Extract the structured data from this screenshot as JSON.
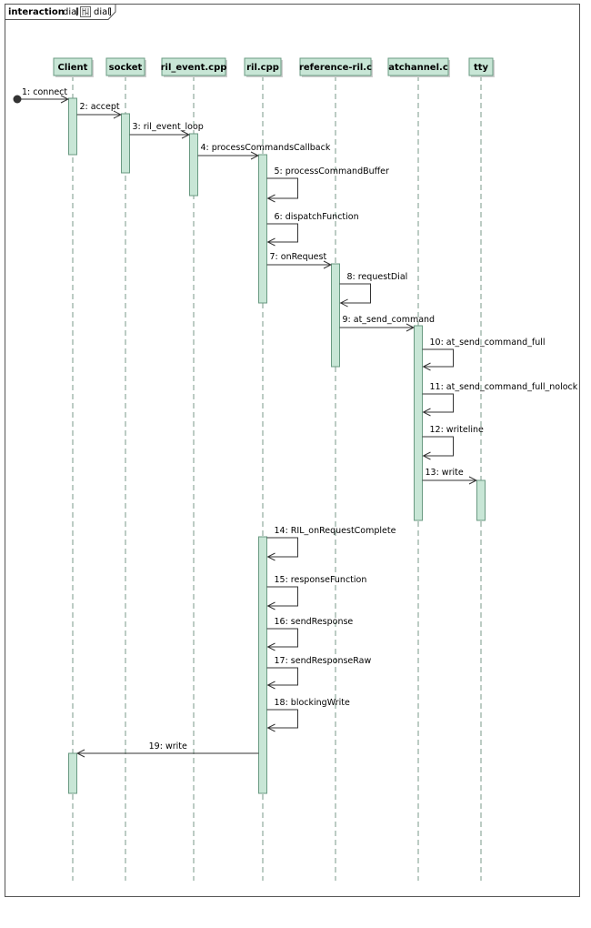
{
  "frame": {
    "keyword": "interaction",
    "name": "dial",
    "ref": "dial"
  },
  "colors": {
    "accent_fill": "#c8e6d6",
    "accent_stroke": "#6a9a82",
    "border": "#555555",
    "lifeline": "#7a9a88"
  },
  "participants": [
    {
      "id": "client",
      "label": "Client"
    },
    {
      "id": "socket",
      "label": "socket"
    },
    {
      "id": "ril_event",
      "label": "ril_event.cpp"
    },
    {
      "id": "ril",
      "label": "ril.cpp"
    },
    {
      "id": "refril",
      "label": "reference-ril.c"
    },
    {
      "id": "atchannel",
      "label": "atchannel.c"
    },
    {
      "id": "tty",
      "label": "tty"
    }
  ],
  "messages": [
    {
      "n": 1,
      "label": "1: connect",
      "from": "start",
      "to": "client"
    },
    {
      "n": 2,
      "label": "2: accept",
      "from": "client",
      "to": "socket"
    },
    {
      "n": 3,
      "label": "3: ril_event_loop",
      "from": "socket",
      "to": "ril_event"
    },
    {
      "n": 4,
      "label": "4: processCommandsCallback",
      "from": "ril_event",
      "to": "ril"
    },
    {
      "n": 5,
      "label": "5: processCommandBuffer",
      "from": "ril",
      "to": "ril"
    },
    {
      "n": 6,
      "label": "6: dispatchFunction",
      "from": "ril",
      "to": "ril"
    },
    {
      "n": 7,
      "label": "7: onRequest",
      "from": "ril",
      "to": "refril"
    },
    {
      "n": 8,
      "label": "8: requestDial",
      "from": "refril",
      "to": "refril"
    },
    {
      "n": 9,
      "label": "9: at_send_command",
      "from": "refril",
      "to": "atchannel"
    },
    {
      "n": 10,
      "label": "10: at_send_command_full",
      "from": "atchannel",
      "to": "atchannel"
    },
    {
      "n": 11,
      "label": "11: at_send_command_full_nolock",
      "from": "atchannel",
      "to": "atchannel"
    },
    {
      "n": 12,
      "label": "12: writeline",
      "from": "atchannel",
      "to": "atchannel"
    },
    {
      "n": 13,
      "label": "13: write",
      "from": "atchannel",
      "to": "tty"
    },
    {
      "n": 14,
      "label": "14: RIL_onRequestComplete",
      "from": "ril",
      "to": "ril"
    },
    {
      "n": 15,
      "label": "15: responseFunction",
      "from": "ril",
      "to": "ril"
    },
    {
      "n": 16,
      "label": "16: sendResponse",
      "from": "ril",
      "to": "ril"
    },
    {
      "n": 17,
      "label": "17: sendResponseRaw",
      "from": "ril",
      "to": "ril"
    },
    {
      "n": 18,
      "label": "18: blockingWrite",
      "from": "ril",
      "to": "ril"
    },
    {
      "n": 19,
      "label": "19: write",
      "from": "ril",
      "to": "client"
    }
  ]
}
